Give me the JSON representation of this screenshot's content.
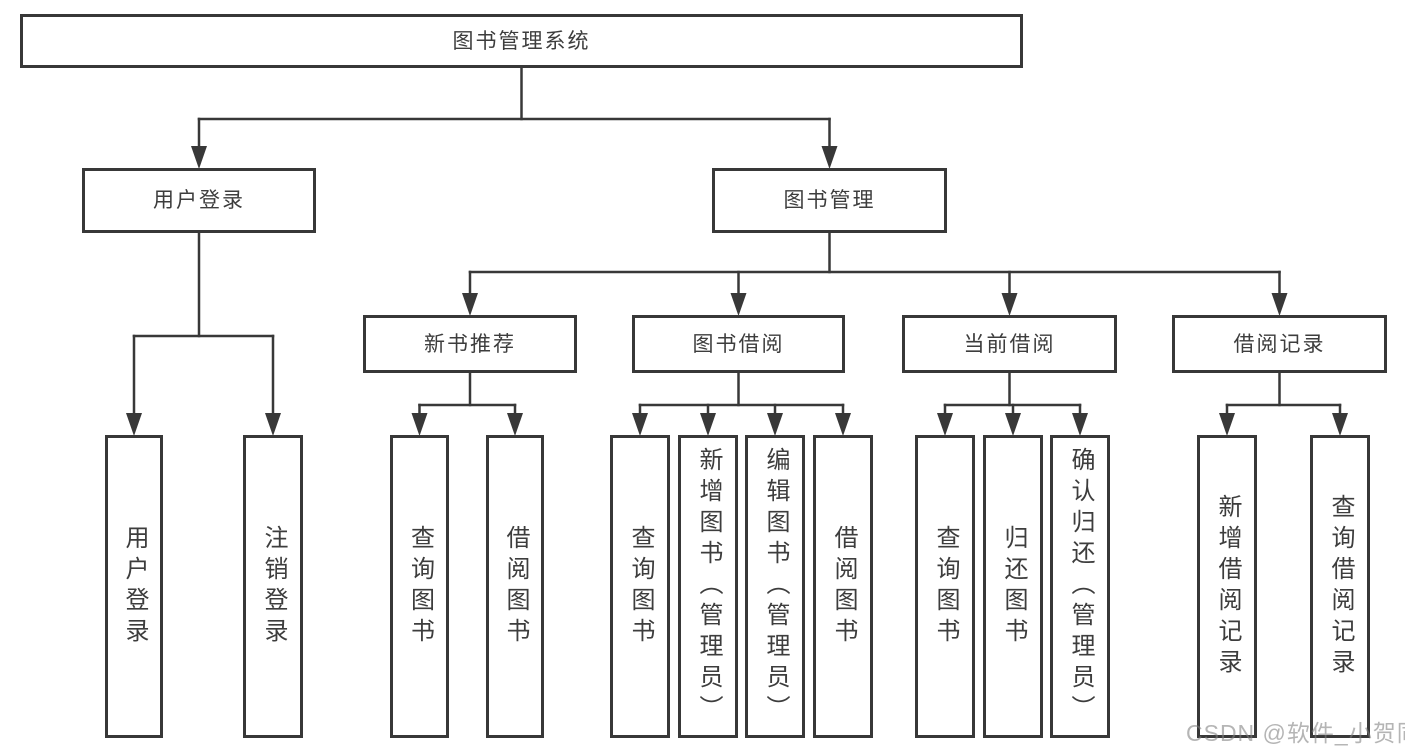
{
  "diagram": {
    "title": "图书管理系统",
    "watermark": "CSDN @软件_小贺同学",
    "colors": {
      "line": "#383838",
      "box_border": "#383838",
      "text": "#3d3d3d",
      "background": "#ffffff",
      "watermark": "#808080"
    },
    "nodes": [
      {
        "id": "root",
        "label": "图书管理系统",
        "parent": null,
        "orientation": "h"
      },
      {
        "id": "user-login",
        "label": "用户登录",
        "parent": "root",
        "orientation": "h"
      },
      {
        "id": "book-management",
        "label": "图书管理",
        "parent": "root",
        "orientation": "h"
      },
      {
        "id": "leaf-user-login",
        "label": "用户登录",
        "parent": "user-login",
        "orientation": "v"
      },
      {
        "id": "leaf-logout",
        "label": "注销登录",
        "parent": "user-login",
        "orientation": "v"
      },
      {
        "id": "new-book-rec",
        "label": "新书推荐",
        "parent": "book-management",
        "orientation": "h"
      },
      {
        "id": "book-borrow",
        "label": "图书借阅",
        "parent": "book-management",
        "orientation": "h"
      },
      {
        "id": "current-borrow",
        "label": "当前借阅",
        "parent": "book-management",
        "orientation": "h"
      },
      {
        "id": "borrow-records",
        "label": "借阅记录",
        "parent": "book-management",
        "orientation": "h"
      },
      {
        "id": "leaf-query-book-1",
        "label": "查询图书",
        "parent": "new-book-rec",
        "orientation": "v"
      },
      {
        "id": "leaf-borrow-book-1",
        "label": "借阅图书",
        "parent": "new-book-rec",
        "orientation": "v"
      },
      {
        "id": "leaf-query-book-2",
        "label": "查询图书",
        "parent": "book-borrow",
        "orientation": "v"
      },
      {
        "id": "leaf-add-book",
        "label": "新增图书（管理员）",
        "parent": "book-borrow",
        "orientation": "v"
      },
      {
        "id": "leaf-edit-book",
        "label": "编辑图书（管理员）",
        "parent": "book-borrow",
        "orientation": "v"
      },
      {
        "id": "leaf-borrow-book-2",
        "label": "借阅图书",
        "parent": "book-borrow",
        "orientation": "v"
      },
      {
        "id": "leaf-query-book-3",
        "label": "查询图书",
        "parent": "current-borrow",
        "orientation": "v"
      },
      {
        "id": "leaf-return-book",
        "label": "归还图书",
        "parent": "current-borrow",
        "orientation": "v"
      },
      {
        "id": "leaf-confirm-return",
        "label": "确认归还（管理员）",
        "parent": "current-borrow",
        "orientation": "v"
      },
      {
        "id": "leaf-add-borrow-record",
        "label": "新增借阅记录",
        "parent": "borrow-records",
        "orientation": "v"
      },
      {
        "id": "leaf-query-borrow-record",
        "label": "查询借阅记录",
        "parent": "borrow-records",
        "orientation": "v"
      }
    ]
  }
}
